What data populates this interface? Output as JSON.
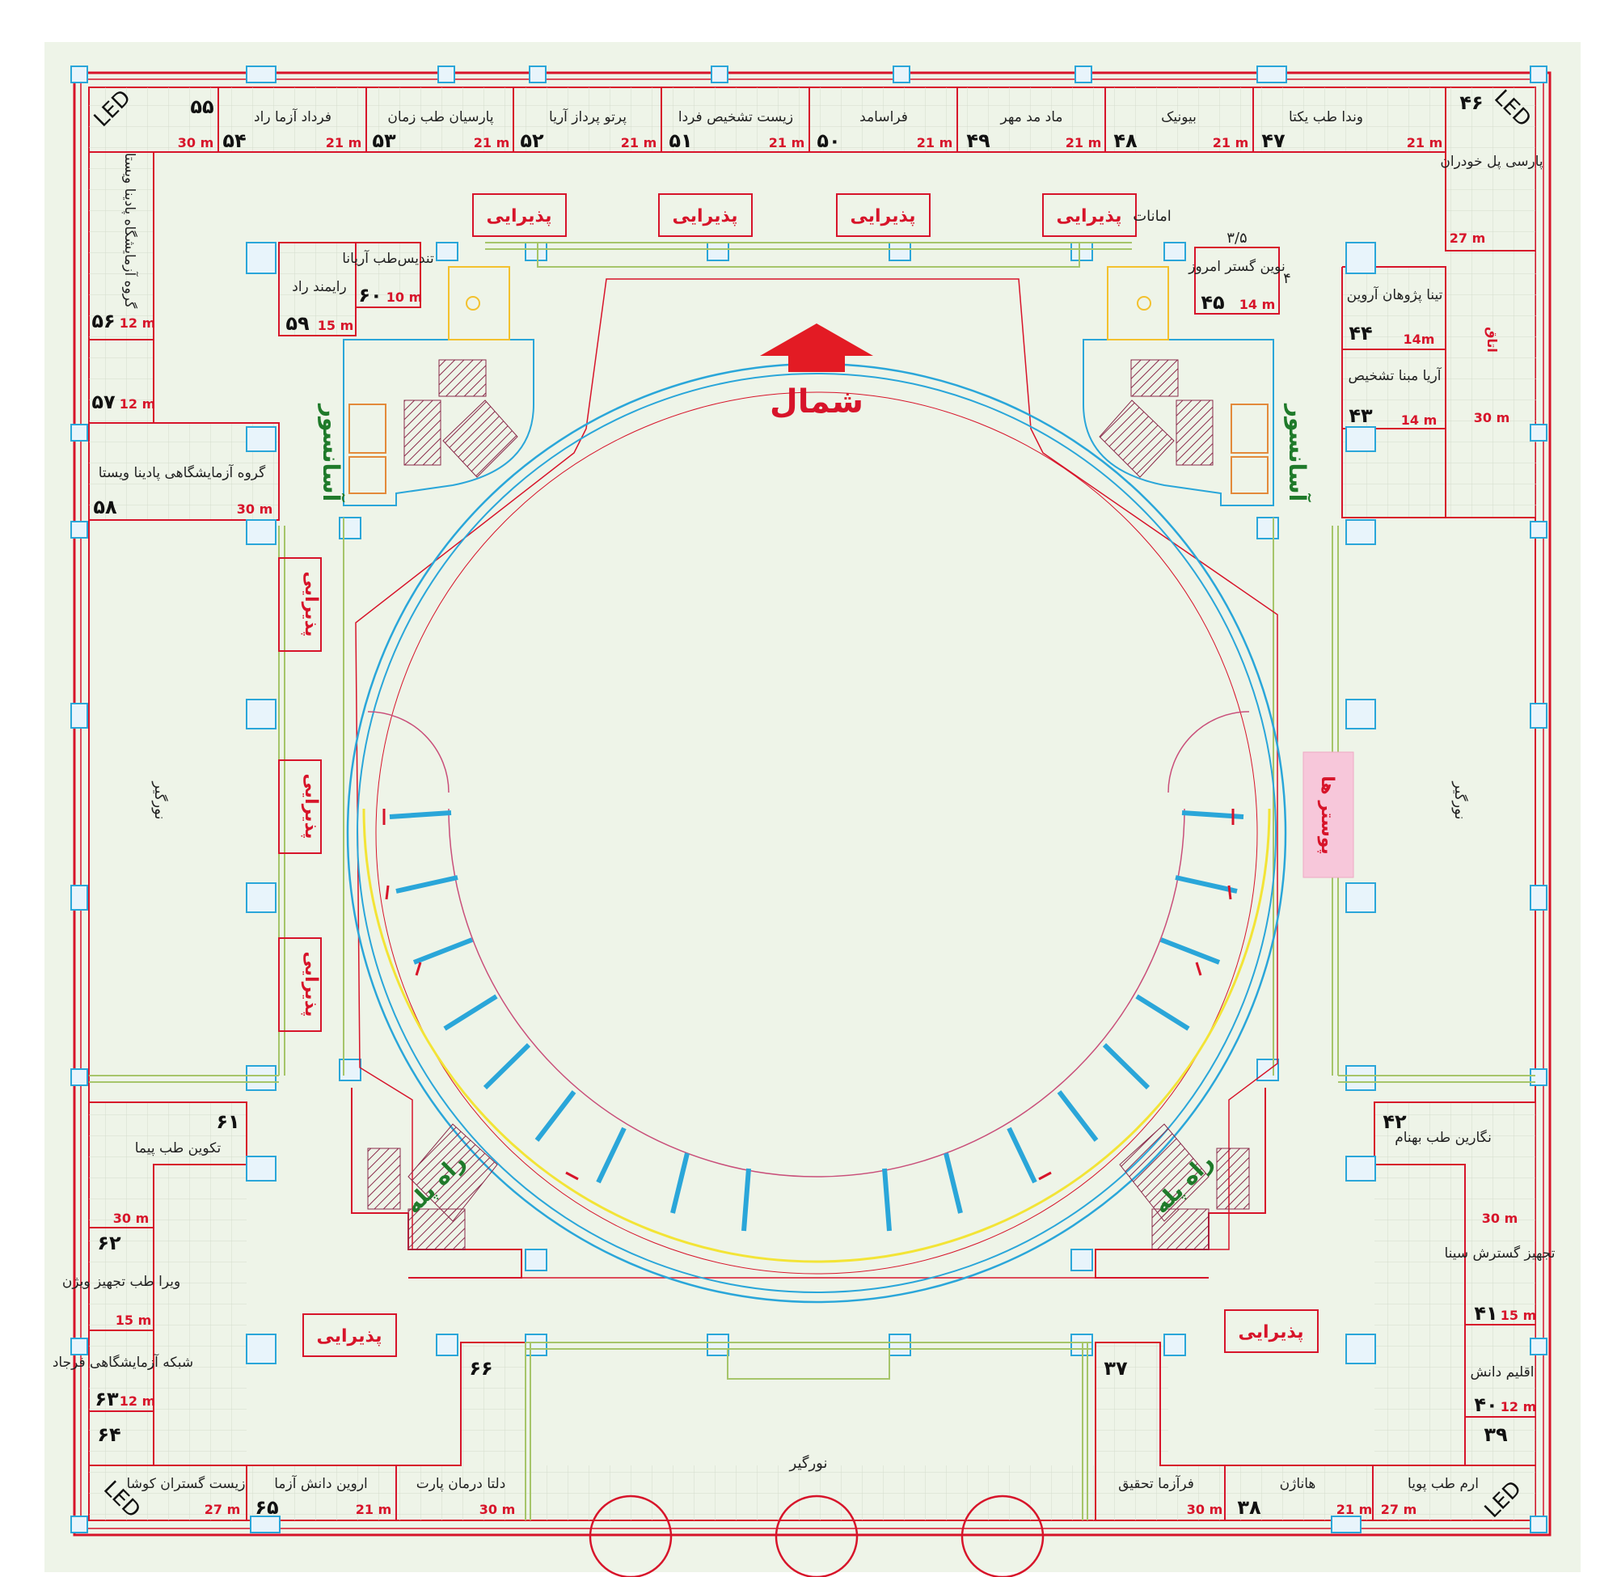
{
  "colors": {
    "background": "#eef4e8",
    "wall": "#d7142a",
    "grid": "#d4dccd",
    "cyan": "#2aa6d9",
    "yellow": "#f3e436",
    "green": "#1f7a2a",
    "pink": "#f7c7da"
  },
  "north": "شمال",
  "deposit": "امانات",
  "reception": "پذیرایی",
  "elevator": "آسانسور",
  "stairs": "راه پله",
  "posters": "پوستر ها",
  "skylight": "نورگیر",
  "room": "اتاق",
  "led": "LED",
  "mark_35": "۳/۵",
  "mark_4": "۴",
  "booths": [
    {
      "id": "b55",
      "num": "۵۵",
      "area": "30 m",
      "name": ""
    },
    {
      "id": "b54",
      "num": "۵۴",
      "area": "21 m",
      "name": "فرداد آزما راد"
    },
    {
      "id": "b53",
      "num": "۵۳",
      "area": "21 m",
      "name": "پارسیان طب زمان"
    },
    {
      "id": "b52",
      "num": "۵۲",
      "area": "21 m",
      "name": "پرتو پرداز آریا"
    },
    {
      "id": "b51",
      "num": "۵۱",
      "area": "21 m",
      "name": "زیست تشخیص فردا"
    },
    {
      "id": "b50",
      "num": "۵۰",
      "area": "21 m",
      "name": "فراسامد"
    },
    {
      "id": "b49",
      "num": "۴۹",
      "area": "21 m",
      "name": "ماد مد مهر"
    },
    {
      "id": "b48",
      "num": "۴۸",
      "area": "21 m",
      "name": "بیونیک"
    },
    {
      "id": "b47",
      "num": "۴۷",
      "area": "21 m",
      "name": "وندا طب یکتا"
    },
    {
      "id": "b46",
      "num": "۴۶",
      "area": "27 m",
      "name": "پارسی پل خودران"
    },
    {
      "id": "b45",
      "num": "۴۵",
      "area": "14 m",
      "name": "نوین گستر امروز"
    },
    {
      "id": "b44",
      "num": "۴۴",
      "area": "14m",
      "name": "تینا پژوهان آروین"
    },
    {
      "id": "b43",
      "num": "۴۳",
      "area": "14 m",
      "name": "آریا مبنا تشخیص"
    },
    {
      "id": "b30",
      "num": "",
      "area": "30 m",
      "name": ""
    },
    {
      "id": "b56",
      "num": "۵۶",
      "area": "12 m",
      "name": "گروه آزمایشگاه پادینا ویستا"
    },
    {
      "id": "b57",
      "num": "۵۷",
      "area": "12 m",
      "name": ""
    },
    {
      "id": "b58",
      "num": "۵۸",
      "area": "30 m",
      "name": "گروه آزمایشگاهی پادینا ویستا"
    },
    {
      "id": "b59",
      "num": "۵۹",
      "area": "15 m",
      "name": "رایمند راد"
    },
    {
      "id": "b60",
      "num": "۶۰",
      "area": "10 m",
      "name": "تندیس‌طب آریانا"
    },
    {
      "id": "b61",
      "num": "۶۱",
      "area": "30 m",
      "name": "تکوین طب پیما"
    },
    {
      "id": "b62",
      "num": "۶۲",
      "area": "15 m",
      "name": "ویرا طب تجهیز ویژن"
    },
    {
      "id": "b63",
      "num": "۶۳",
      "area": "12 m",
      "name": "شبکه آزمایشگاهی فرجاد"
    },
    {
      "id": "b64",
      "num": "۶۴",
      "area": "27 m",
      "name": "زیست گستران کوشا"
    },
    {
      "id": "b65",
      "num": "۶۵",
      "area": "21 m",
      "name": "اروین دانش آزما"
    },
    {
      "id": "b66",
      "num": "۶۶",
      "area": "30 m",
      "name": "دلتا درمان پارت"
    },
    {
      "id": "b37",
      "num": "۳۷",
      "area": "30 m",
      "name": "فرآزما تحقیق"
    },
    {
      "id": "b38",
      "num": "۳۸",
      "area": "21 m",
      "name": "هاناژن"
    },
    {
      "id": "b39",
      "num": "۳۹",
      "area": "27 m",
      "name": "ارم طب پویا"
    },
    {
      "id": "b40",
      "num": "۴۰",
      "area": "12 m",
      "name": "اقلیم دانش"
    },
    {
      "id": "b41",
      "num": "۴۱",
      "area": "15 m",
      "name": "تجهیز گسترش سینا"
    },
    {
      "id": "b42",
      "num": "۴۲",
      "area": "30 m",
      "name": "نگارین طب بهنام"
    }
  ]
}
